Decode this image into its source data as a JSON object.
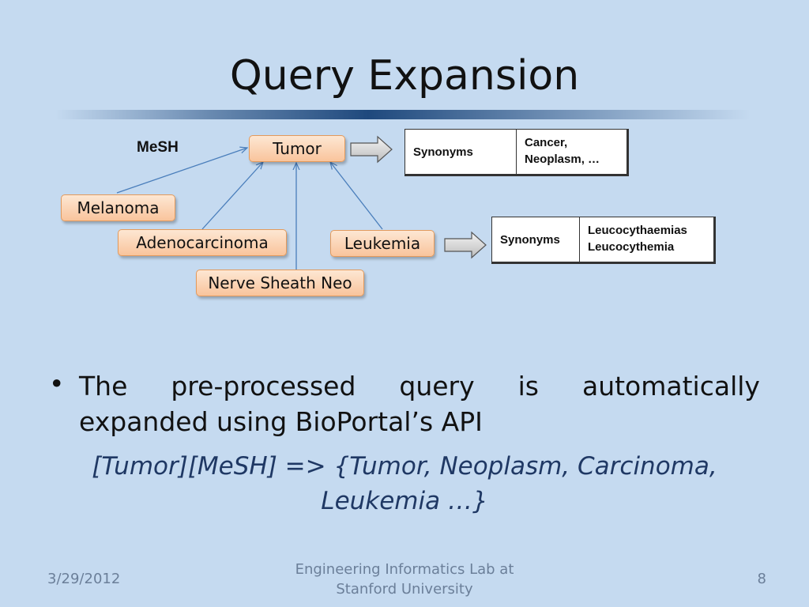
{
  "slide": {
    "title": "Query Expansion",
    "mesh_label": "MeSH",
    "nodes": {
      "tumor": "Tumor",
      "melanoma": "Melanoma",
      "adenocarcinoma": "Adenocarcinoma",
      "leukemia": "Leukemia",
      "nerve_sheath": "Nerve Sheath Neo"
    },
    "tables": [
      {
        "label": "Synonyms",
        "values": [
          "Cancer,",
          "Neoplasm, …"
        ]
      },
      {
        "label": "Synonyms",
        "values": [
          "Leucocythaemias",
          "Leucocythemia"
        ]
      }
    ],
    "bullet": {
      "line1_words": [
        "The",
        "pre-processed",
        "query",
        "is",
        "automatically"
      ],
      "line2": "expanded using BioPortal’s API"
    },
    "formula_lines": [
      "[Tumor][MeSH] => {Tumor, Neoplasm, Carcinoma,",
      "Leukemia …}"
    ],
    "footer": {
      "date": "3/29/2012",
      "center_lines": [
        "Engineering Informatics Lab at",
        "Stanford University"
      ],
      "page": "8"
    }
  }
}
